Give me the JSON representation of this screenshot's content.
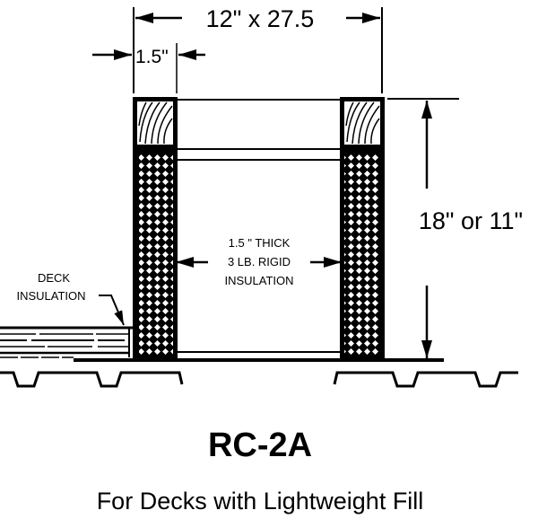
{
  "dimensions": {
    "width_label": "12\" x 27.5",
    "wall_label": "1.5\"",
    "height_label": "18\" or 11\""
  },
  "labels": {
    "rigid_insulation": [
      "1.5 \" THICK",
      "3 LB. RIGID",
      "INSULATION"
    ],
    "deck_insulation": [
      "DECK",
      "INSULATION"
    ]
  },
  "title": "RC-2A",
  "subtitle": "For Decks with Lightweight Fill"
}
